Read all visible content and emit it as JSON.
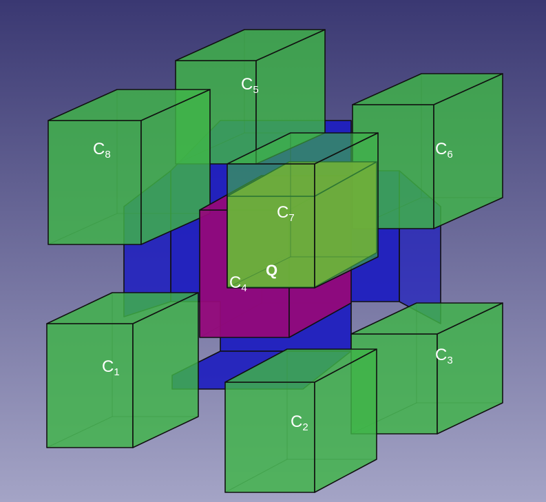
{
  "colors": {
    "background_top": "#3a3872",
    "background_bottom": "#a4a4c6",
    "cube_green": "#3fb548",
    "central_blue": "#1d1dbf",
    "inner_magenta": "#930a7a",
    "inner_yellow": "#b8a326",
    "edge": "#111111"
  },
  "labels": {
    "c1": {
      "main": "C",
      "sub": "1"
    },
    "c2": {
      "main": "C",
      "sub": "2"
    },
    "c3": {
      "main": "C",
      "sub": "3"
    },
    "c4": {
      "main": "C",
      "sub": "4"
    },
    "c5": {
      "main": "C",
      "sub": "5"
    },
    "c6": {
      "main": "C",
      "sub": "6"
    },
    "c7": {
      "main": "C",
      "sub": "7"
    },
    "c8": {
      "main": "C",
      "sub": "8"
    },
    "q": "Q"
  }
}
